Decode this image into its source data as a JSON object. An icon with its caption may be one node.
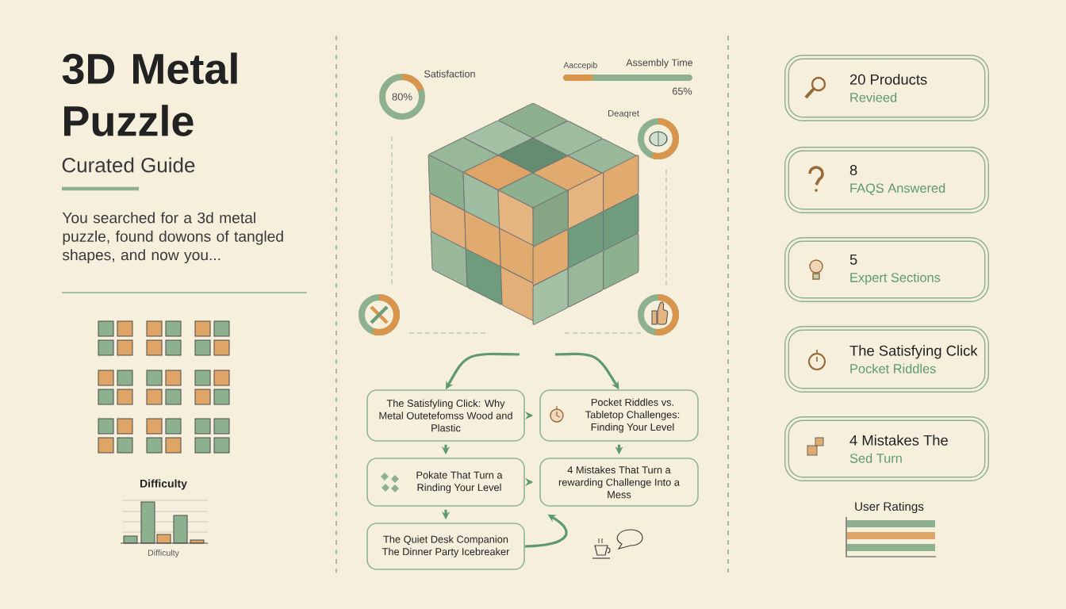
{
  "diagram": {
    "nodes": [
      {
        "text": [
          "80%"
        ],
        "beside": [
          "Satisfaction"
        ]
      },
      {
        "text": [
          "The Satisfyling Click: Why Metal Outetefomss Wood and Plastic"
        ]
      },
      {
        "text": [
          "Pocket Riddles vs. Tabletop Challenges: Finding Your Level"
        ]
      },
      {
        "text": [
          "Pokate That Turn a Rinding Your Level"
        ]
      },
      {
        "text": [
          "4 Mistakes That Turn a rewarding Challenge Into a Mess"
        ]
      },
      {
        "text": [
          "The Quiet Desk Companion The Dinner Party Icebreaker"
        ]
      },
      {
        "text": [
          "20 Products",
          "Revieed"
        ]
      },
      {
        "text": [
          "8",
          "FAQS Answered"
        ]
      },
      {
        "text": [
          "5",
          "Expert Sections"
        ]
      },
      {
        "text": [
          "The Satisfying Click",
          "Pocket Riddles"
        ]
      },
      {
        "text": [
          "4 Mistakes The",
          "Sed Turn"
        ]
      }
    ],
    "edges": [
      {
        "from": null,
        "to": 1,
        "arrow": "to"
      },
      {
        "from": null,
        "to": 2,
        "arrow": "to"
      },
      {
        "from": 1,
        "to": 2,
        "arrow": "to"
      },
      {
        "from": 1,
        "to": 3,
        "arrow": "to"
      },
      {
        "from": 2,
        "to": 4,
        "arrow": "to"
      },
      {
        "from": 3,
        "to": 4,
        "arrow": "to"
      },
      {
        "from": 3,
        "to": 5,
        "arrow": "to"
      },
      {
        "from": 5,
        "to": 4,
        "arrow": "to"
      }
    ],
    "labels": [
      "3D Metal Puzzle",
      "Curated Guide",
      "You searched for a 3d metal puzzle, found dowons of tangled shapes, and now you...",
      "Aaccepib",
      "Assembly Time",
      "65%",
      "Deaqret",
      "Difficulty",
      "Difficulty",
      "User Ratings"
    ]
  }
}
